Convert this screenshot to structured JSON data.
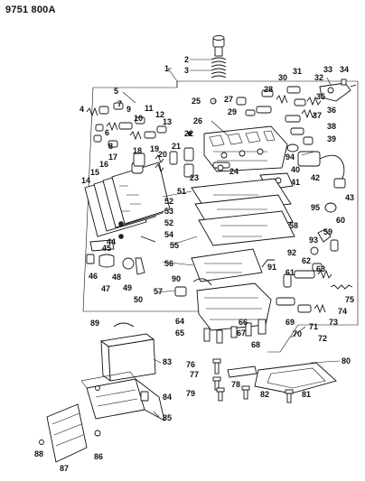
{
  "diagram": {
    "reference_number": "9751 800A",
    "callouts": [
      "1",
      "2",
      "3",
      "4",
      "5",
      "6",
      "7",
      "8",
      "9",
      "10",
      "11",
      "12",
      "13",
      "14",
      "15",
      "16",
      "17",
      "18",
      "19",
      "20",
      "21",
      "22",
      "23",
      "24",
      "25",
      "26",
      "27",
      "28",
      "29",
      "30",
      "31",
      "32",
      "33",
      "34",
      "35",
      "36",
      "37",
      "38",
      "39",
      "40",
      "41",
      "42",
      "43",
      "44",
      "45",
      "46",
      "47",
      "48",
      "49",
      "50",
      "51",
      "52",
      "53",
      "54",
      "55",
      "56",
      "57",
      "58",
      "59",
      "60",
      "61",
      "62",
      "63",
      "64",
      "65",
      "66",
      "67",
      "68",
      "69",
      "70",
      "71",
      "72",
      "73",
      "74",
      "75",
      "76",
      "77",
      "78",
      "79",
      "80",
      "81",
      "82",
      "83",
      "84",
      "85",
      "86",
      "87",
      "88",
      "89",
      "90",
      "91",
      "92",
      "93",
      "94",
      "95"
    ]
  }
}
